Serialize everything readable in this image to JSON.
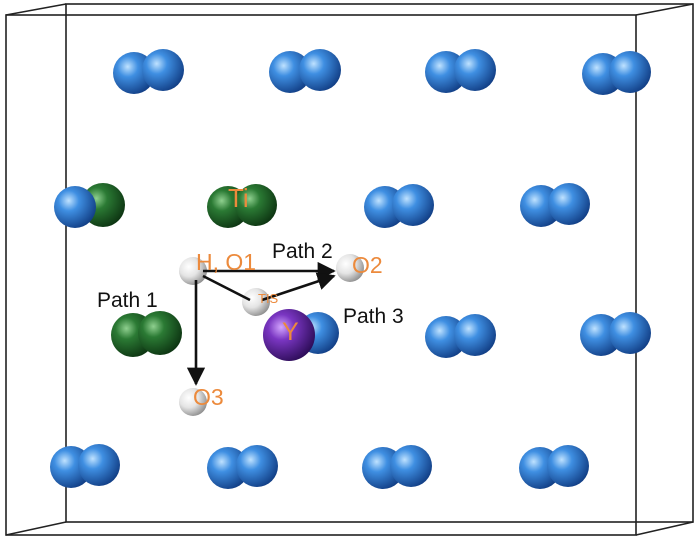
{
  "labels": {
    "ti": "Ti",
    "h_o1": "H, O1",
    "o2": "O2",
    "o3": "O3",
    "y": "Y",
    "tis": "TIS",
    "path1": "Path 1",
    "path2": "Path 2",
    "path3": "Path 3"
  },
  "colors": {
    "blue_atom": "#2f7bd6",
    "green_atom": "#1f6a2a",
    "y_atom": "#6a2fb0",
    "white_atom": "#eeeeee",
    "label_orange": "#ec8a3c",
    "arrow": "#111111",
    "frame": "#222222"
  }
}
